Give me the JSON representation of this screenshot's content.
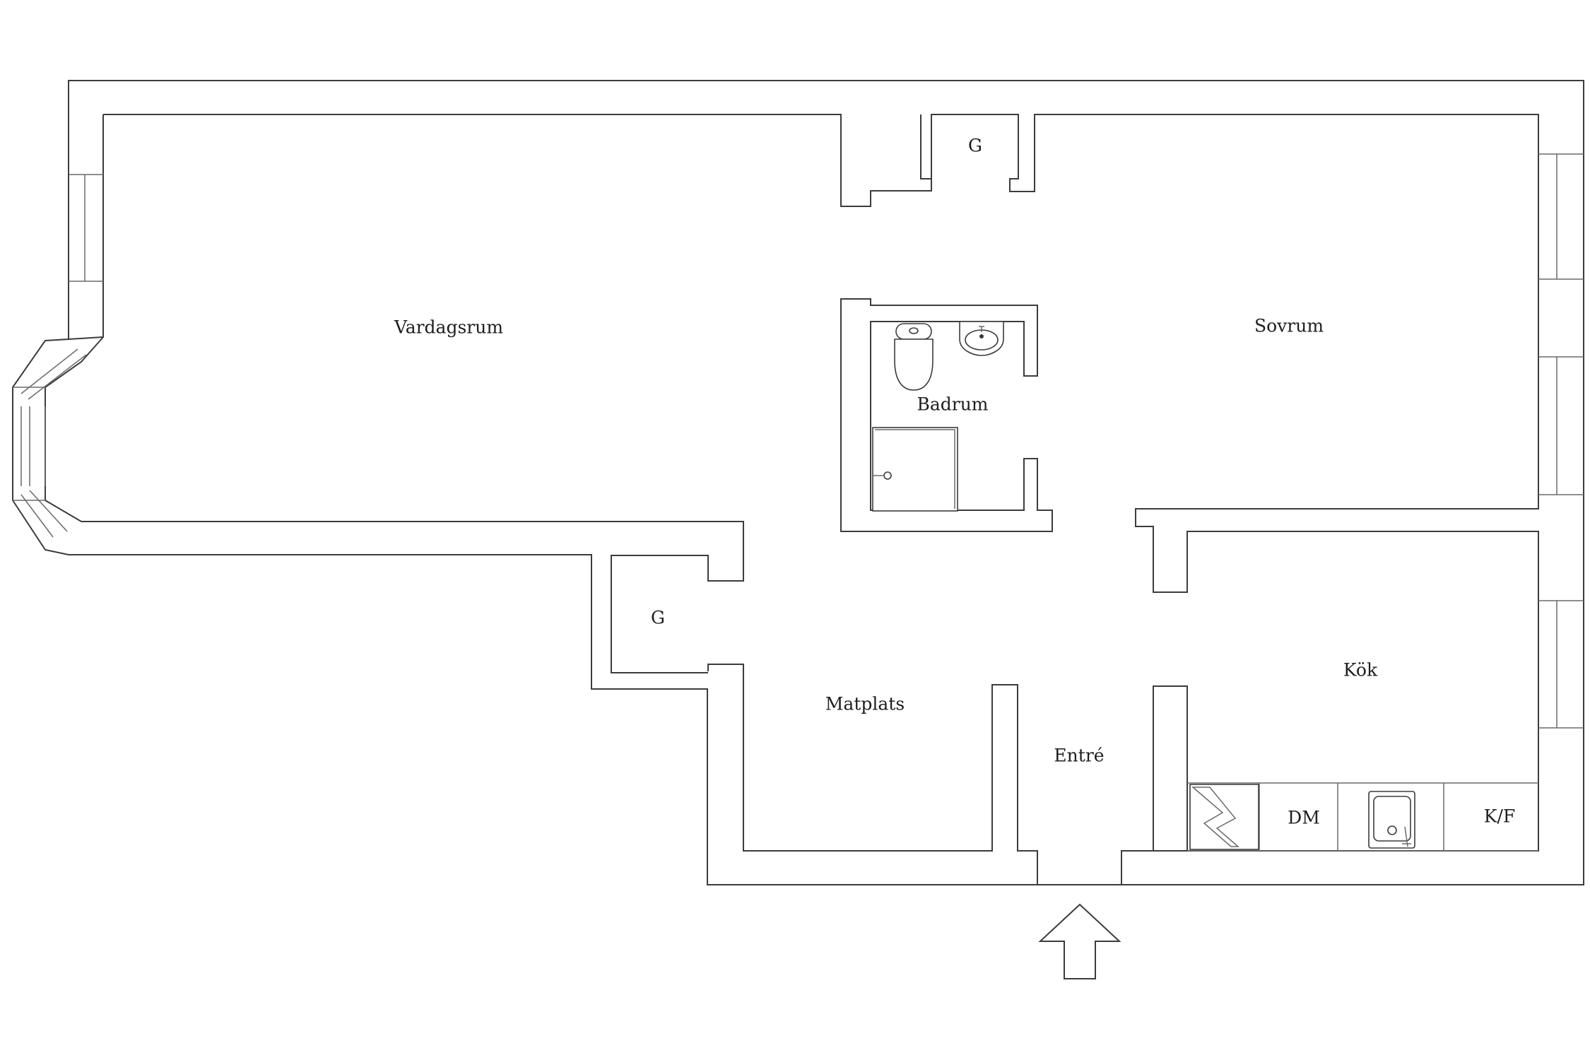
{
  "labels": {
    "vardagsrum": "Vardagsrum",
    "sovrum": "Sovrum",
    "badrum": "Badrum",
    "garderob_top": "G",
    "garderob_left": "G",
    "matplats": "Matplats",
    "entre": "Entré",
    "kok": "Kök",
    "dishwasher": "DM",
    "fridge_freezer": "K/F"
  }
}
